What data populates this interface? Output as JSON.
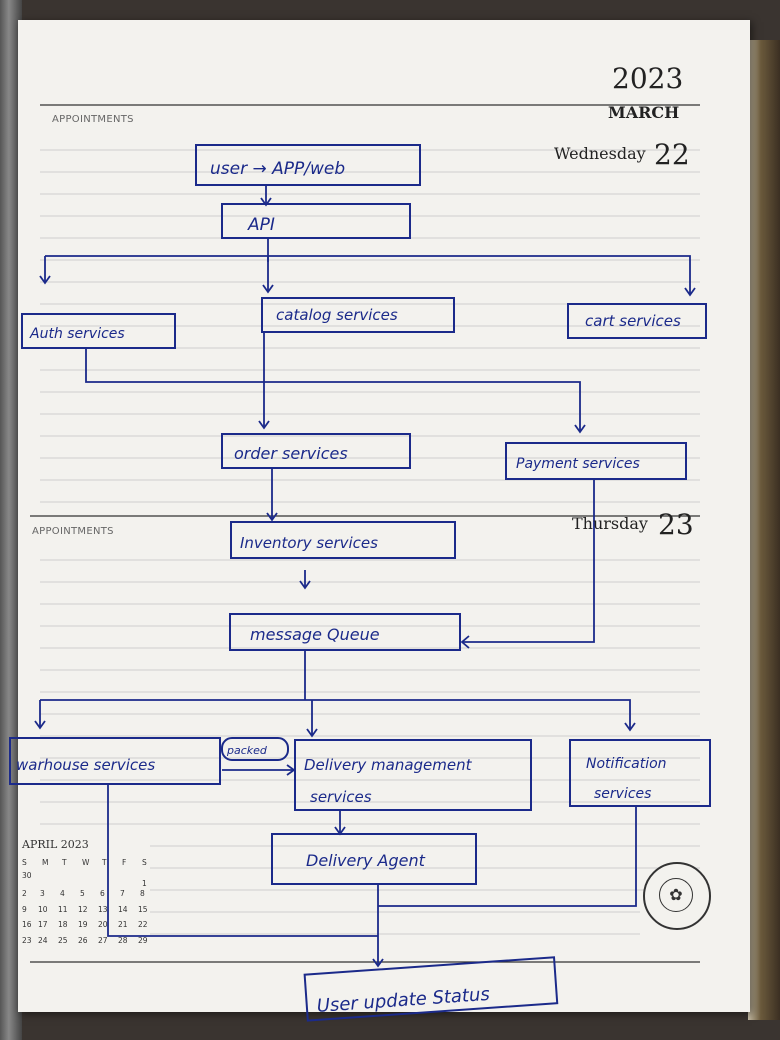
{
  "planner": {
    "year": "2023",
    "month": "MARCH",
    "appointments_label": "APPOINTMENTS",
    "day1_name": "Wednesday",
    "day1_num": "22",
    "day2_name": "Thursday",
    "day2_num": "23"
  },
  "diagram": {
    "nodes": {
      "user": "user → APP/web",
      "api": "API",
      "auth": "Auth services",
      "catalog": "catalog services",
      "cart": "cart services",
      "order": "order services",
      "payment": "Payment services",
      "inventory": "Inventory services",
      "queue": "message Queue",
      "warehouse": "warhouse services",
      "packed": "packed",
      "delivery_mgmt_1": "Delivery management",
      "delivery_mgmt_2": "services",
      "notification_1": "Notification",
      "notification_2": "services",
      "delivery_agent": "Delivery Agent",
      "user_update": "User update Status"
    }
  },
  "calendar": {
    "title": "APRIL 2023",
    "weekdays": [
      "S",
      "M",
      "T",
      "W",
      "T",
      "F",
      "S"
    ],
    "weeks": [
      [
        "30",
        "",
        "",
        "",
        "",
        "",
        ""
      ],
      [
        "",
        "",
        "",
        "",
        "",
        "",
        "1"
      ],
      [
        "2",
        "3",
        "4",
        "5",
        "6",
        "7",
        "8"
      ],
      [
        "9",
        "10",
        "11",
        "12",
        "13",
        "14",
        "15"
      ],
      [
        "16",
        "17",
        "18",
        "19",
        "20",
        "21",
        "22"
      ],
      [
        "23",
        "24",
        "25",
        "26",
        "27",
        "28",
        "29"
      ]
    ]
  },
  "colors": {
    "ink": "#1b2a8a",
    "paper": "#f3f2ee",
    "rule": "#c9c9c9"
  }
}
